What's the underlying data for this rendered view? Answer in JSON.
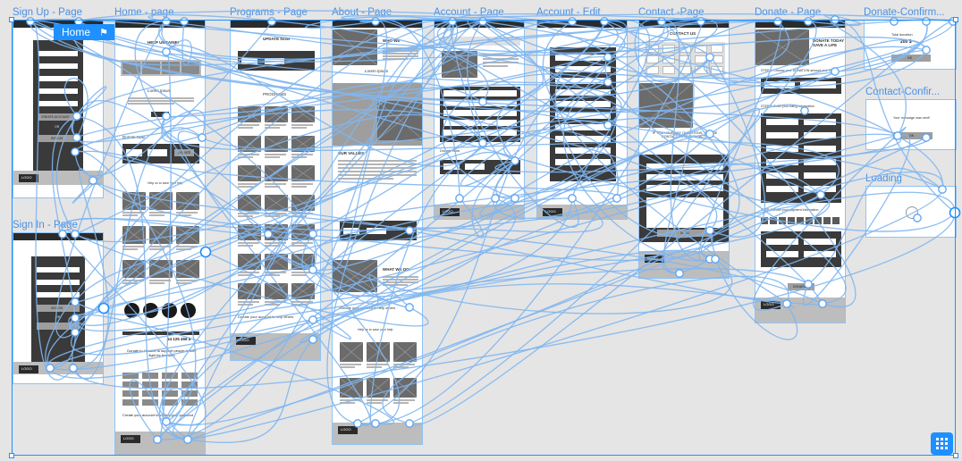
{
  "frames": [
    {
      "id": "signup",
      "label": "Sign Up - Page"
    },
    {
      "id": "home",
      "label": "Home - page"
    },
    {
      "id": "programs",
      "label": "Programs - Page"
    },
    {
      "id": "about",
      "label": "About - Page"
    },
    {
      "id": "account",
      "label": "Account  - Page"
    },
    {
      "id": "account_edit",
      "label": "Account  - Edit"
    },
    {
      "id": "contact",
      "label": "Contact -Page"
    },
    {
      "id": "donate",
      "label": "Donate - Page"
    },
    {
      "id": "donate_confirm",
      "label": "Donate-Confirm..."
    },
    {
      "id": "contact_confirm",
      "label": "Contact-Confir..."
    },
    {
      "id": "loading",
      "label": "Loading"
    },
    {
      "id": "signin",
      "label": "Sign In - Page"
    }
  ],
  "home_tag": {
    "label": "Home",
    "flag": "⚑"
  },
  "wire_text": {
    "create_account": "CREATE ACCOUNT",
    "sign_in": "SIGN IN",
    "or": "OR",
    "help_ukraine": "HELP UKRAINE!",
    "lorem": "Lorem Ipsum",
    "donate_now": "Donate Now",
    "donate_btn": "DONATE",
    "keep_help": "Help us to save your help",
    "amount": "54 125 456 $",
    "donate_ukraine": "Donate to Ukraine to support people in their fight for freedom",
    "create_account_note": "Create your account to control your payment",
    "logo": "LOGO",
    "update_now": "UPDATE NOW",
    "programs": "PROGRAMS",
    "who_we": "WHO WE",
    "our_values": "OUR VALUES",
    "what_we_do": "WHAT WE DO",
    "help_others": "Donate your account to help others",
    "contact_us": "CONTACT US",
    "questions": "IF YOU HAVE ANY QUESTIONS, PLEASE CONTACT US BY CONTACTS",
    "send": "SEND",
    "donate_today": "DONATE TODAY SAVE A LIFE",
    "step1": "STEP 1: Choose your DONATION amount and Type",
    "step2": "STEP 2: Enter your billing information",
    "step3": "STEP 3: Enter your payment information",
    "donate_amount": "200 $",
    "confirm_text": "Your message was sent!",
    "total_donation": "Total donation",
    "ok": "OK"
  }
}
